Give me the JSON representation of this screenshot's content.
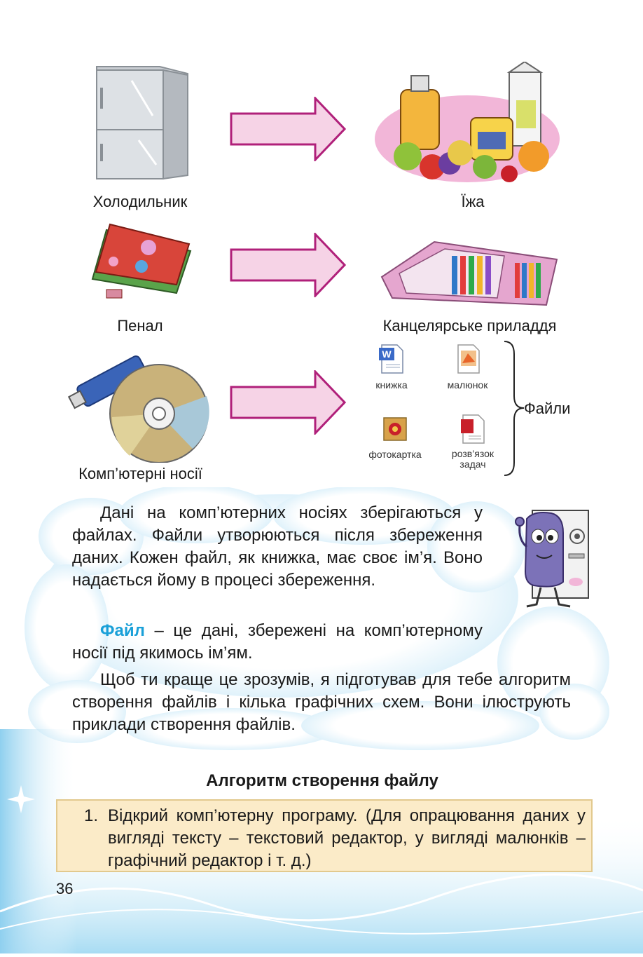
{
  "rows": [
    {
      "left_label": "Холодильник",
      "right_label": "Їжа"
    },
    {
      "left_label": "Пенал",
      "right_label": "Канцелярське приладдя"
    },
    {
      "left_label": "Комп’ютерні носії"
    }
  ],
  "files": {
    "items": [
      {
        "label": "книжка"
      },
      {
        "label": "малюнок"
      },
      {
        "label": "фотокартка"
      },
      {
        "label": "розв’язок задач"
      }
    ],
    "group_label": "Файли"
  },
  "bubble": {
    "p1": "Дані на комп’ютерних носіях зберігаються у файлах. Файли утворюються після збереження даних. Кожен файл, як книжка, має своє ім’я. Воно надається йому в процесі збереження.",
    "term": "Файл",
    "p2_rest": " – це дані, збережені на комп’ютерному носії під якимось ім’ям.",
    "p3": "Щоб ти краще це зрозумів, я підготував для тебе алгоритм створення файлів і кілька графічних схем. Вони ілюструють приклади створення файлів."
  },
  "algorithm": {
    "title": "Алгоритм створення файлу",
    "steps": [
      {
        "num": "1.",
        "text": "Відкрий комп’ютерну програму. (Для опрацювання даних у вигляді тексту – текстовий редактор, у вигляді малюнків – графічний редактор і т. д.)"
      }
    ]
  },
  "page_number": "36",
  "colors": {
    "arrow_fill": "#f6d3e6",
    "arrow_stroke": "#b0207a",
    "term": "#1aa0d8",
    "box_bg": "#fbebc8"
  }
}
